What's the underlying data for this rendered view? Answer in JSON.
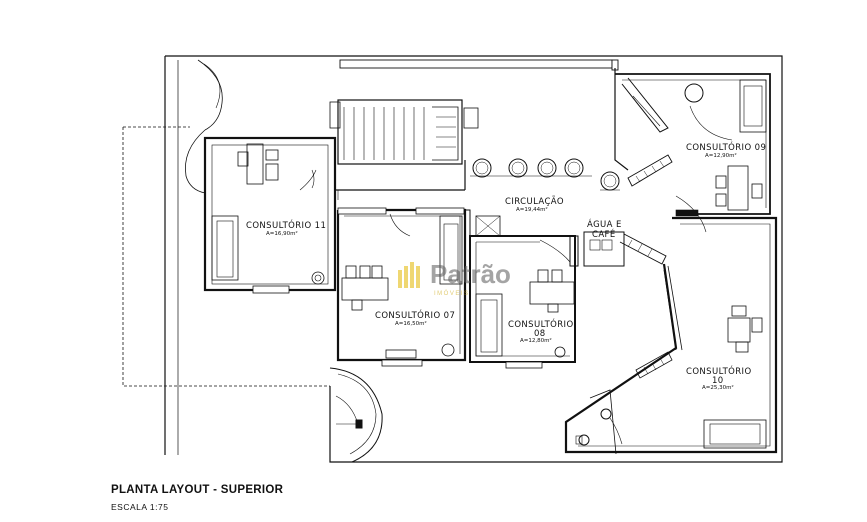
{
  "drawing": {
    "title": "PLANTA LAYOUT - SUPERIOR",
    "scale": "ESCALA  1:75"
  },
  "logo": {
    "name": "Patrão",
    "subtitle": "IMÓVEIS"
  },
  "rooms": {
    "consultorio_09": {
      "name": "CONSULTÓRIO  09",
      "area": "A=12,90m²"
    },
    "circulacao": {
      "name": "CIRCULAÇÃO",
      "area": "A=19,44m²"
    },
    "agua_cafe_1": "ÁGUA  E",
    "agua_cafe_2": "CAFÉ",
    "consultorio_11": {
      "name": "CONSULTÓRIO  11",
      "area": "A=16,90m²"
    },
    "consultorio_07": {
      "name": "CONSULTÓRIO  07",
      "area": "A=16,50m²"
    },
    "consultorio_08": {
      "name1": "CONSULTÓRIO",
      "name2": "08",
      "area": "A=12,80m²"
    },
    "consultorio_10": {
      "name1": "CONSULTÓRIO",
      "name2": "10",
      "area": "A=25,30m²"
    }
  }
}
